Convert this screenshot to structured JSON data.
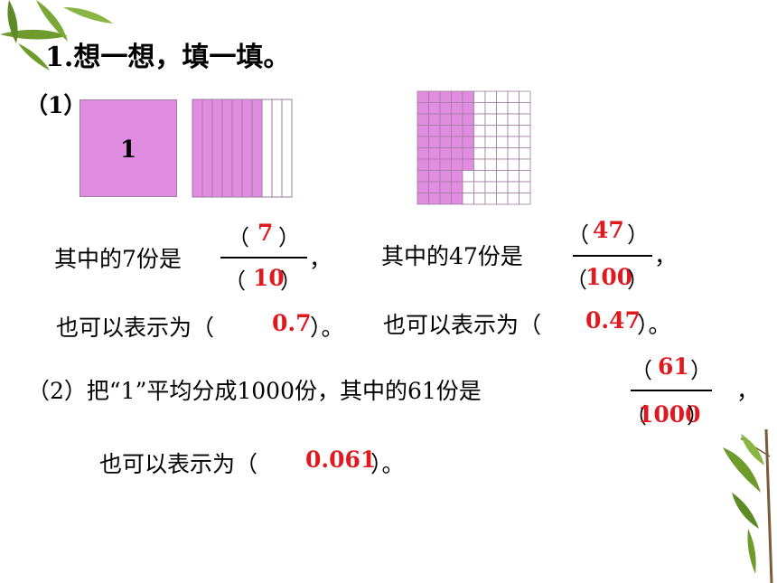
{
  "title": "1.想一想，填一填。",
  "part1": {
    "label": "（1）",
    "square_label": "1",
    "strip_figure": {
      "total_parts": 10,
      "shaded_parts": 7
    },
    "grid_figure": {
      "rows": 10,
      "cols": 10,
      "shaded_cells": 47
    },
    "left": {
      "prefix": "其中的7份是",
      "numerator": "7",
      "denominator": "10",
      "suffix": "，",
      "line2_prefix": "也可以表示为（",
      "decimal": "0.7",
      "line2_suffix": "）。"
    },
    "right": {
      "prefix": "其中的47份是",
      "numerator": "47",
      "denominator": "100",
      "suffix": "，",
      "line2_prefix": "也可以表示为（",
      "decimal": "0.47",
      "line2_suffix": "）。"
    }
  },
  "part2": {
    "text": "（2）把“1”平均分成1000份，其中的61份是",
    "numerator": "61",
    "denominator": "1000",
    "suffix": "，",
    "line2_prefix": "也可以表示为（",
    "decimal": "0.061",
    "line2_suffix": "）。"
  },
  "colors": {
    "shade": "#e08ce0",
    "outline": "#a07aa0",
    "answer": "#e0191f",
    "bamboo": "#6f9a2c"
  }
}
